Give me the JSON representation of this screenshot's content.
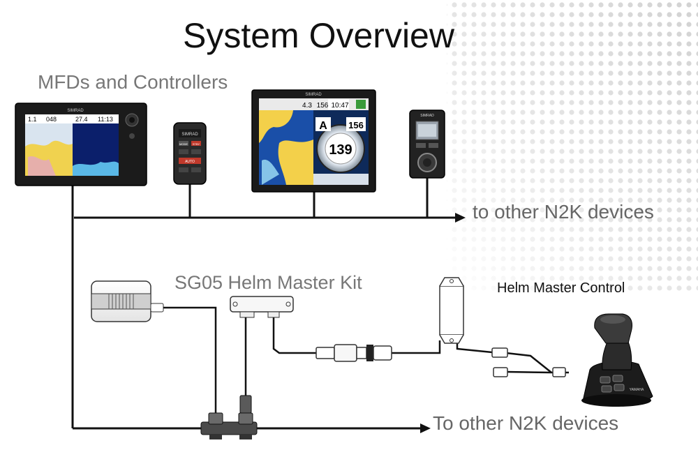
{
  "title": "System Overview",
  "sections": {
    "mfds_controllers": "MFDs and Controllers",
    "helm_master_kit": "SG05 Helm Master Kit",
    "helm_master_control": "Helm Master Control"
  },
  "network_labels": {
    "top": "to other N2K devices",
    "bottom": "To other N2K devices"
  },
  "devices": {
    "mfd_small": {
      "brand": "SIMRAD",
      "readouts": [
        "1.1",
        "048",
        "27.4",
        "11:13"
      ]
    },
    "autopilot_remote": {
      "brand": "SIMRAD",
      "keys": [
        "MODE",
        "STBY",
        "AUTO"
      ]
    },
    "mfd_large": {
      "brand": "SIMRAD",
      "readouts": [
        "4.3",
        "156",
        "10:47",
        "A",
        "156",
        "139"
      ]
    },
    "controller_keypad": {
      "brand": "SIMRAD"
    },
    "joystick": {
      "brand": "YAMAHA"
    }
  },
  "colors": {
    "cable": "#111111",
    "dots": "#d4d4d4",
    "screen_water": "#1a4fa8",
    "screen_land": "#f3d04a"
  }
}
